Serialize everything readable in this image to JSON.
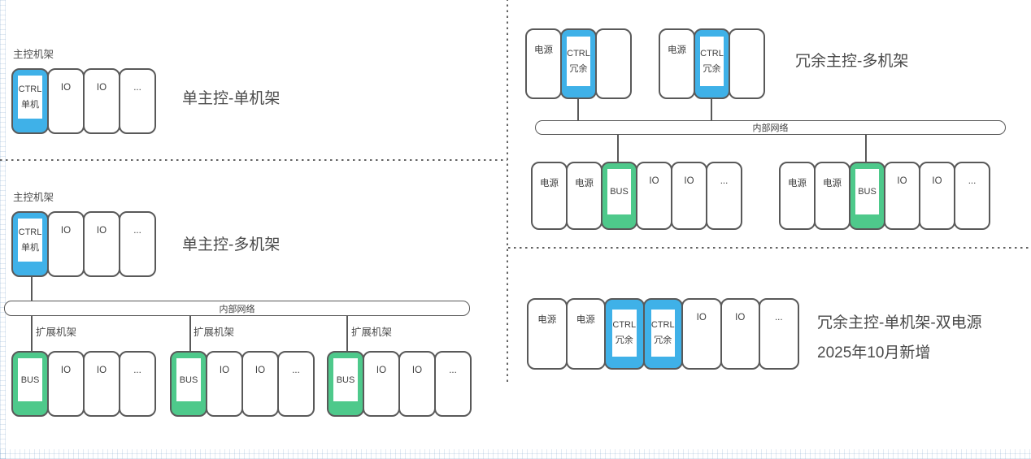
{
  "colors": {
    "ctrl_blue": "#3FB1E8",
    "bus_green": "#4EC98B",
    "slot_border": "#595959",
    "text_dark": "#3F3F3F",
    "title_gray": "#4A4A4A"
  },
  "sections": {
    "tl": {
      "rack_label": "主控机架",
      "title": "单主控-单机架",
      "rack": [
        {
          "type": "ctrl",
          "name": "slot-ctrl-single",
          "lines": [
            "CTRL",
            "单机"
          ]
        },
        {
          "type": "plain",
          "name": "slot-io",
          "label": "IO"
        },
        {
          "type": "plain",
          "name": "slot-io",
          "label": "IO"
        },
        {
          "type": "plain",
          "name": "slot-ellipsis",
          "label": "..."
        }
      ]
    },
    "bl": {
      "rack_label": "主控机架",
      "title": "单主控-多机架",
      "network_label": "内部网络",
      "master_rack": [
        {
          "type": "ctrl",
          "name": "slot-ctrl-single",
          "lines": [
            "CTRL",
            "单机"
          ]
        },
        {
          "type": "plain",
          "name": "slot-io",
          "label": "IO"
        },
        {
          "type": "plain",
          "name": "slot-io",
          "label": "IO"
        },
        {
          "type": "plain",
          "name": "slot-ellipsis",
          "label": "..."
        }
      ],
      "expansion": [
        {
          "label": "扩展机架",
          "slots": [
            {
              "type": "bus",
              "name": "slot-bus",
              "lines": [
                "BUS"
              ]
            },
            {
              "type": "plain",
              "name": "slot-io",
              "label": "IO"
            },
            {
              "type": "plain",
              "name": "slot-io",
              "label": "IO"
            },
            {
              "type": "plain",
              "name": "slot-ellipsis",
              "label": "..."
            }
          ]
        },
        {
          "label": "扩展机架",
          "slots": [
            {
              "type": "bus",
              "name": "slot-bus",
              "lines": [
                "BUS"
              ]
            },
            {
              "type": "plain",
              "name": "slot-io",
              "label": "IO"
            },
            {
              "type": "plain",
              "name": "slot-io",
              "label": "IO"
            },
            {
              "type": "plain",
              "name": "slot-ellipsis",
              "label": "..."
            }
          ]
        },
        {
          "label": "扩展机架",
          "slots": [
            {
              "type": "bus",
              "name": "slot-bus",
              "lines": [
                "BUS"
              ]
            },
            {
              "type": "plain",
              "name": "slot-io",
              "label": "IO"
            },
            {
              "type": "plain",
              "name": "slot-io",
              "label": "IO"
            },
            {
              "type": "plain",
              "name": "slot-ellipsis",
              "label": "..."
            }
          ]
        }
      ]
    },
    "tr": {
      "title": "冗余主控-多机架",
      "network_label": "内部网络",
      "masters": [
        {
          "slots": [
            {
              "type": "plain",
              "name": "slot-power",
              "label": "电源"
            },
            {
              "type": "ctrl",
              "name": "slot-ctrl-redundant",
              "lines": [
                "CTRL",
                "冗余"
              ]
            },
            {
              "type": "plain",
              "name": "slot-empty",
              "label": ""
            }
          ]
        },
        {
          "slots": [
            {
              "type": "plain",
              "name": "slot-power",
              "label": "电源"
            },
            {
              "type": "ctrl",
              "name": "slot-ctrl-redundant",
              "lines": [
                "CTRL",
                "冗余"
              ]
            },
            {
              "type": "plain",
              "name": "slot-empty",
              "label": ""
            }
          ]
        }
      ],
      "io_racks": [
        {
          "slots": [
            {
              "type": "plain",
              "name": "slot-power",
              "label": "电源"
            },
            {
              "type": "plain",
              "name": "slot-power",
              "label": "电源"
            },
            {
              "type": "bus",
              "name": "slot-bus",
              "lines": [
                "BUS"
              ]
            },
            {
              "type": "plain",
              "name": "slot-io",
              "label": "IO"
            },
            {
              "type": "plain",
              "name": "slot-io",
              "label": "IO"
            },
            {
              "type": "plain",
              "name": "slot-ellipsis",
              "label": "..."
            }
          ]
        },
        {
          "slots": [
            {
              "type": "plain",
              "name": "slot-power",
              "label": "电源"
            },
            {
              "type": "plain",
              "name": "slot-power",
              "label": "电源"
            },
            {
              "type": "bus",
              "name": "slot-bus",
              "lines": [
                "BUS"
              ]
            },
            {
              "type": "plain",
              "name": "slot-io",
              "label": "IO"
            },
            {
              "type": "plain",
              "name": "slot-io",
              "label": "IO"
            },
            {
              "type": "plain",
              "name": "slot-ellipsis",
              "label": "..."
            }
          ]
        }
      ]
    },
    "br": {
      "title_line1": "冗余主控-单机架-双电源",
      "title_line2": "2025年10月新增",
      "rack": [
        {
          "type": "plain",
          "name": "slot-power",
          "label": "电源"
        },
        {
          "type": "plain",
          "name": "slot-power",
          "label": "电源"
        },
        {
          "type": "ctrl",
          "name": "slot-ctrl-redundant",
          "lines": [
            "CTRL",
            "冗余"
          ]
        },
        {
          "type": "ctrl",
          "name": "slot-ctrl-redundant",
          "lines": [
            "CTRL",
            "冗余"
          ]
        },
        {
          "type": "plain",
          "name": "slot-io",
          "label": "IO"
        },
        {
          "type": "plain",
          "name": "slot-io",
          "label": "IO"
        },
        {
          "type": "plain",
          "name": "slot-ellipsis",
          "label": "..."
        }
      ]
    }
  }
}
